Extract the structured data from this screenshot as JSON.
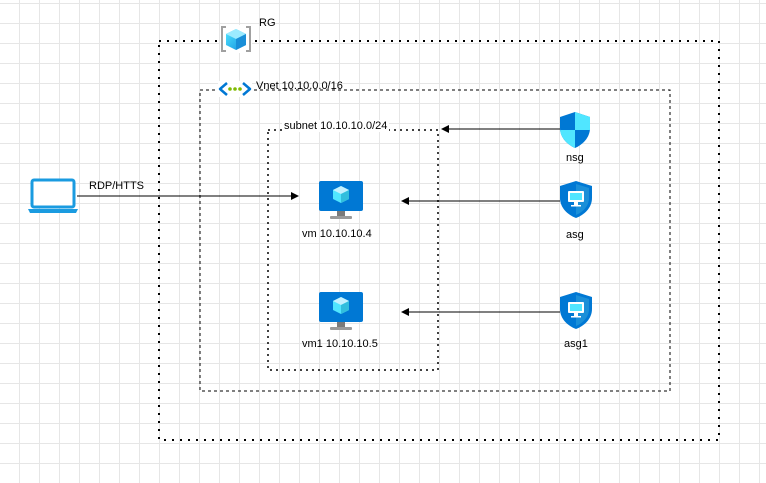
{
  "resource_group": {
    "label": "RG"
  },
  "vnet": {
    "label": "Vnet 10.10.0.0/16"
  },
  "subnet": {
    "label": "subnet 10.10.10.0/24"
  },
  "client": {
    "connection_label": "RDP/HTTS"
  },
  "vms": [
    {
      "label": "vm 10.10.10.4"
    },
    {
      "label": "vm1 10.10.10.5"
    }
  ],
  "security": [
    {
      "label": "nsg"
    },
    {
      "label": "asg"
    },
    {
      "label": "asg1"
    }
  ],
  "colors": {
    "azure_blue": "#0078d4",
    "azure_light_blue": "#50e6ff",
    "vnet_green": "#7fba00",
    "border": "#000000",
    "grid": "#e6e6e6"
  },
  "icons": {
    "resource_group": "resource-group-icon",
    "vnet": "vnet-icon",
    "laptop": "laptop-icon",
    "vm": "virtual-machine-icon",
    "nsg": "network-security-group-icon",
    "asg": "application-security-group-icon"
  }
}
